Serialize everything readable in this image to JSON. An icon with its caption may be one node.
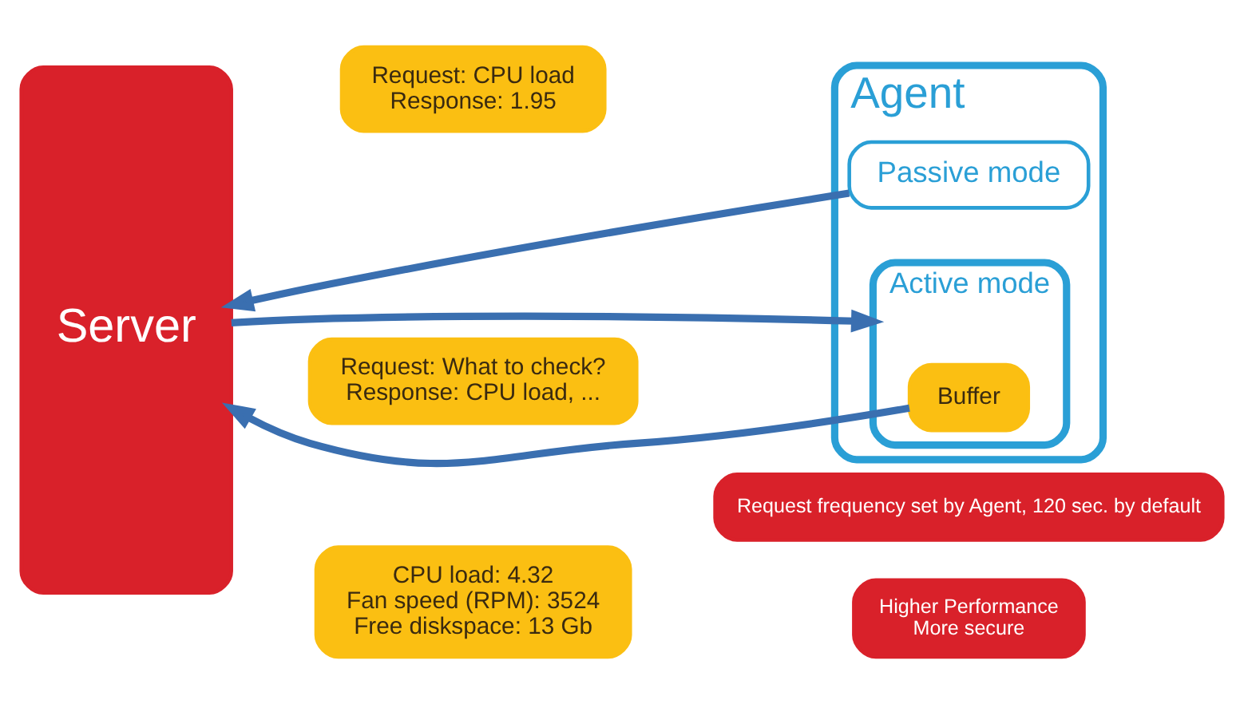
{
  "diagram": {
    "nodes": [
      {
        "text": [
          "Server"
        ]
      },
      {
        "text": [
          "Agent"
        ]
      },
      {
        "text": [
          "Passive mode"
        ],
        "in": 1
      },
      {
        "text": [
          "Active mode"
        ],
        "in": 1
      },
      {
        "text": [
          "Buffer"
        ],
        "in": 3
      },
      {
        "text": [
          "Request: CPU load",
          "Response: 1.95"
        ]
      },
      {
        "text": [
          "Request: What to check?",
          "Response: CPU load, ..."
        ]
      },
      {
        "text": [
          "Request frequency set by Agent, 120 sec. by default"
        ]
      },
      {
        "text": [
          "CPU load: 4.32",
          "Fan speed (RPM): 3524",
          "Free diskspace: 13 Gb"
        ]
      },
      {
        "text": [
          "Higher Performance",
          "More secure"
        ]
      }
    ],
    "edges": [
      {
        "from": 2,
        "to": 0,
        "arrow": "to"
      },
      {
        "from": 0,
        "to": 3,
        "arrow": "to"
      },
      {
        "from": 4,
        "to": 0,
        "arrow": "to"
      }
    ]
  }
}
